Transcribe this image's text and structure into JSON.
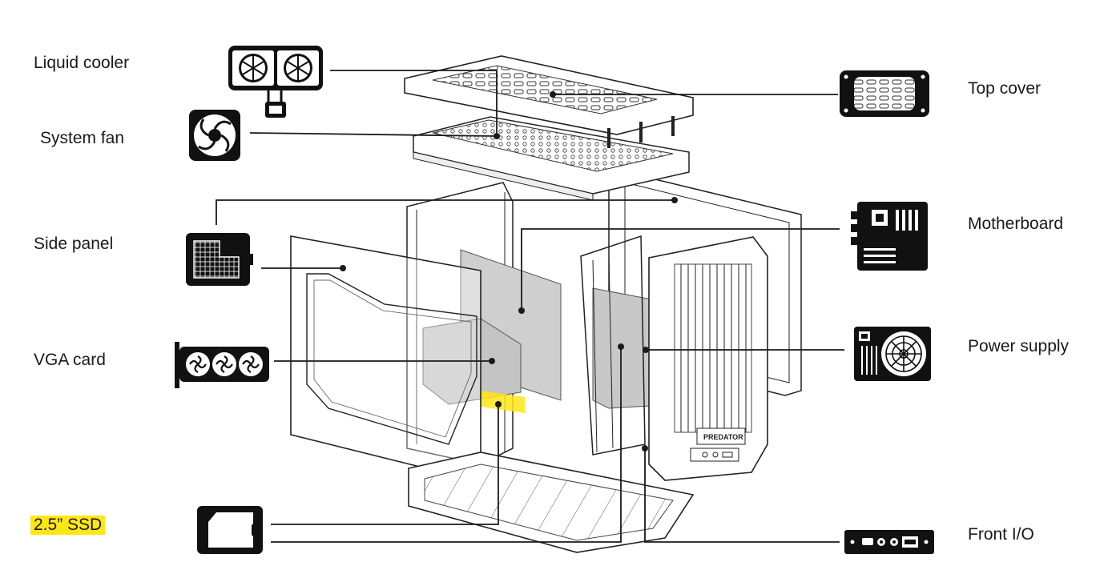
{
  "labels": {
    "liquid_cooler": "Liquid cooler",
    "system_fan": "System fan",
    "side_panel": "Side panel",
    "vga_card": "VGA card",
    "ssd": "2.5” SSD",
    "top_cover": "Top cover",
    "motherboard": "Motherboard",
    "power_supply": "Power supply",
    "front_io": "Front I/O"
  },
  "case_logo": "PREDATOR",
  "colors": {
    "line": "#1a1a1a",
    "icon_fill": "#111111",
    "highlight": "#ffe714",
    "part_gray": "#c8c8c8"
  },
  "icons": [
    "liquid-cooler-icon",
    "system-fan-icon",
    "side-panel-icon",
    "vga-card-icon",
    "ssd-icon",
    "top-cover-icon",
    "motherboard-icon",
    "power-supply-icon",
    "front-io-icon"
  ]
}
